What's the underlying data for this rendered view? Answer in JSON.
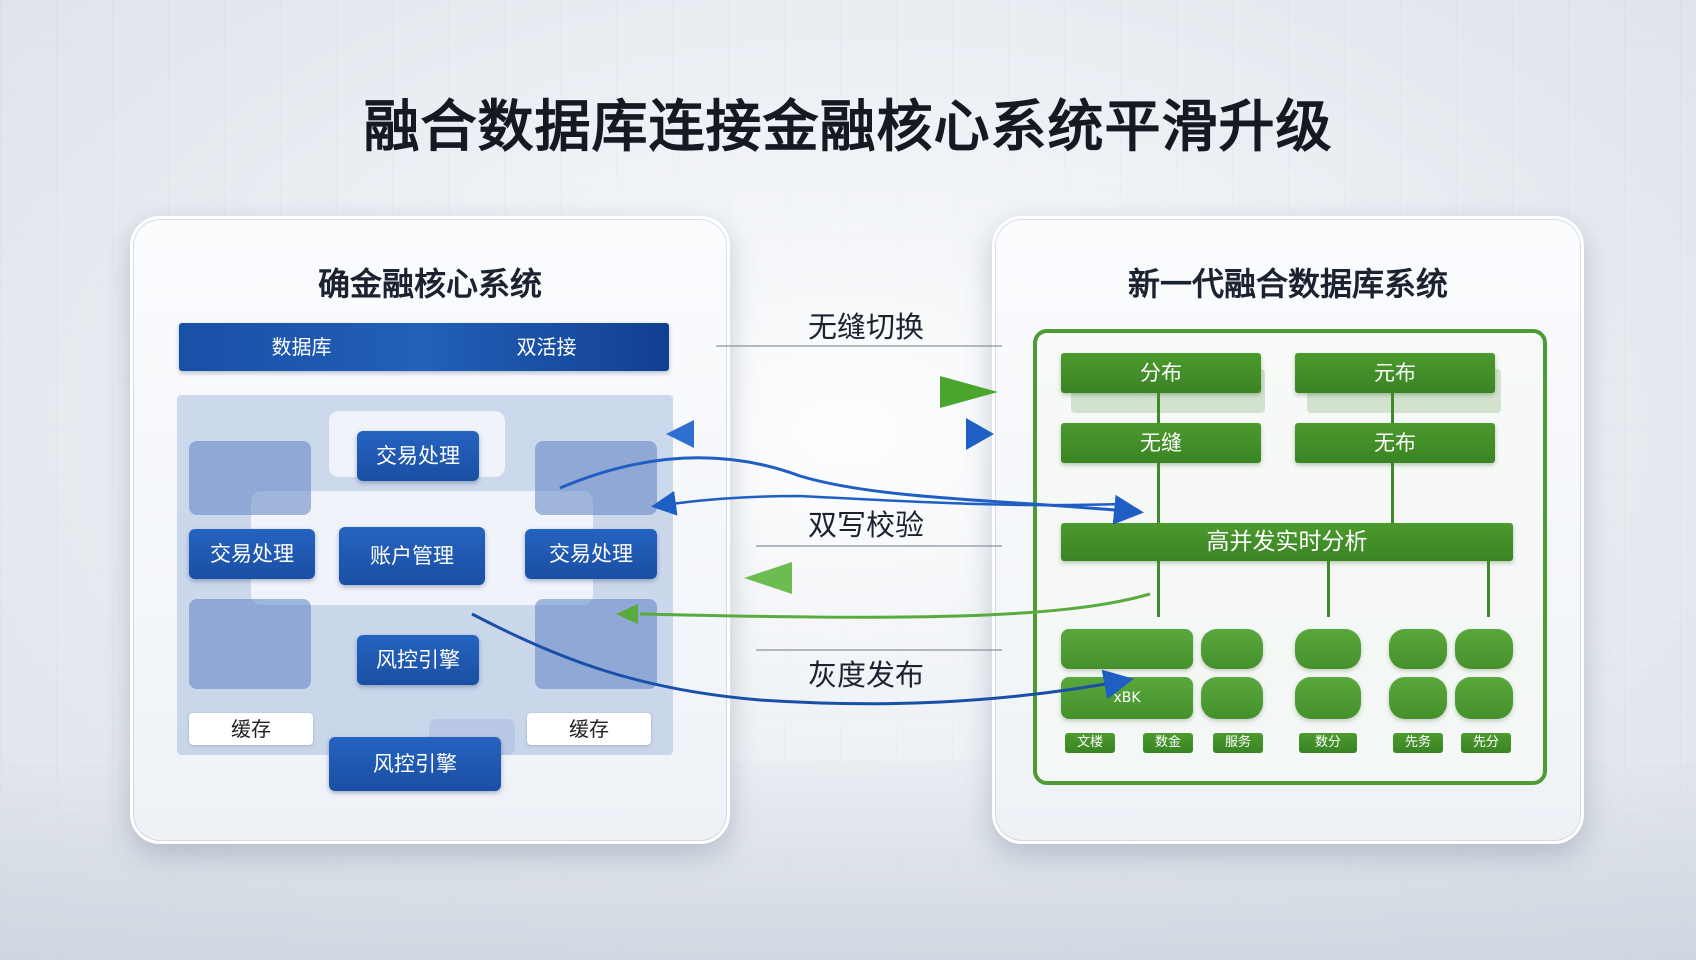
{
  "title": "融合数据库连接金融核心系统平滑升级",
  "left_panel": {
    "title": "确金融核心系统",
    "header_left": "数据库",
    "header_right": "双活接",
    "box_top": "交易处理",
    "box_left": "交易处理",
    "box_center": "账户管理",
    "box_right": "交易处理",
    "box_risk_upper": "风控引擎",
    "box_risk_lower": "风控引擎",
    "label_left": "缓存",
    "label_right": "缓存"
  },
  "middle": {
    "label_top": "无缝切换",
    "label_mid": "双写校验",
    "label_bottom": "灰度发布"
  },
  "right_panel": {
    "title": "新一代融合数据库系统",
    "box_tl": "分布",
    "box_tr": "元布",
    "box_ml": "无缝",
    "box_mr": "无布",
    "box_wide": "高并发实时分析",
    "pill_text": "xBK",
    "tags": [
      "文楼",
      "数金",
      "服务",
      "数分",
      "先务",
      "先分"
    ]
  },
  "colors": {
    "blue_primary": "#1a4fa6",
    "green_primary": "#3f8a28",
    "arrow_green": "#58b03c",
    "arrow_blue": "#1f5fc4"
  }
}
